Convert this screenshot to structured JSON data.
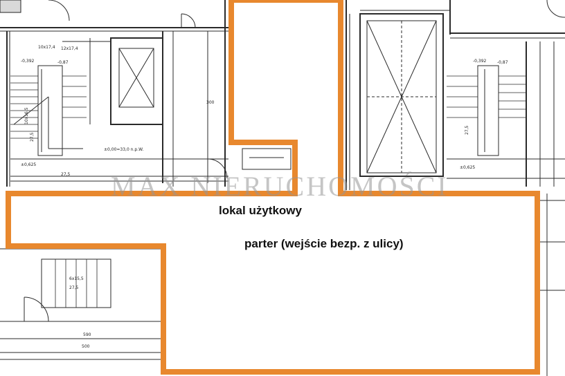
{
  "plan": {
    "watermark": "MAX NIERUCHOMOŚCI",
    "unit_label": "lokal użytkowy",
    "floor_label": "parter (wejście bezp. z ulicy)",
    "highlight_color": "#e8882e",
    "dimension_labels": {
      "stair_a": "10x17,4",
      "stair_b": "12x17,4",
      "stair_c": "10x16,5",
      "stair_d": "6x15,5",
      "tread_a": "27,5",
      "tread_b": "27,5",
      "tread_c": "27,5",
      "tread_d": "27,5",
      "level_a": "-0,392",
      "level_b": "-0,392",
      "level_c": "±0,625",
      "level_d": "±0,625",
      "level_e": "-0,87",
      "level_f": "-0,87",
      "datum": "±0,00=33,0 n.p.W.",
      "dim_500": "500",
      "dim_300": "300",
      "dim_590": "590"
    }
  }
}
